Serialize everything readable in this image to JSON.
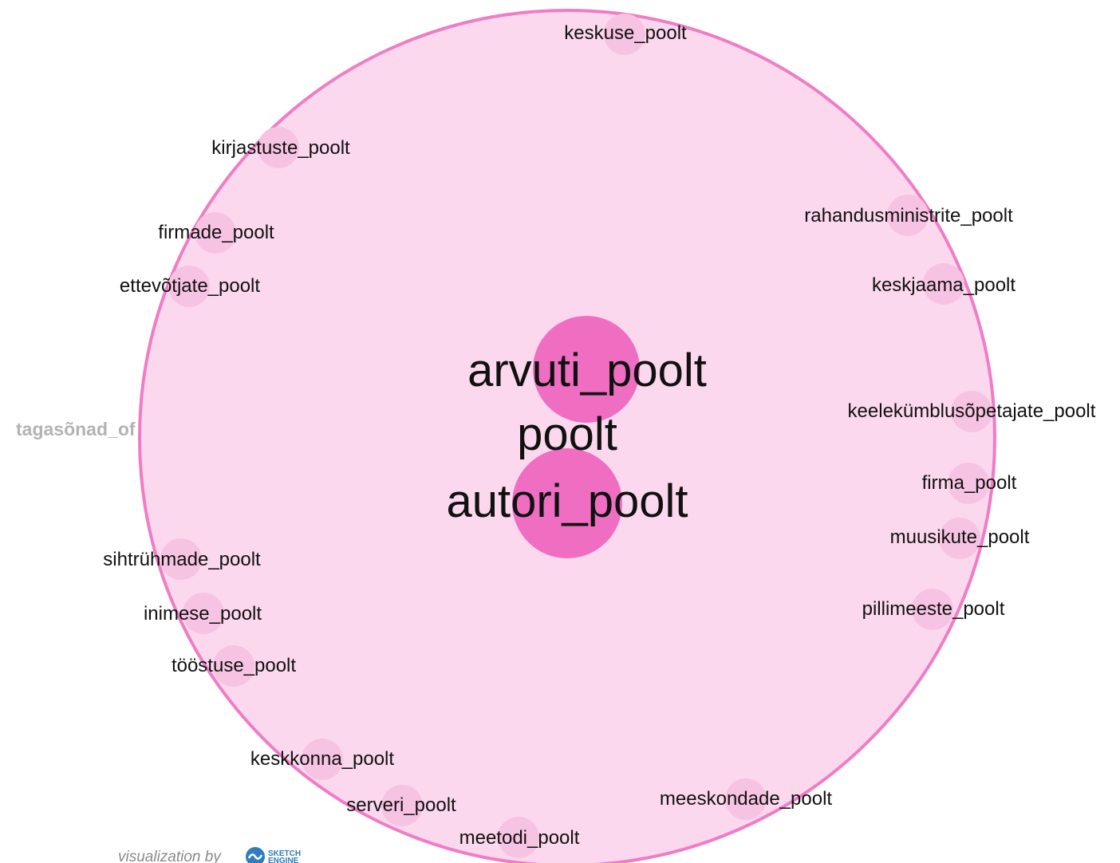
{
  "colors": {
    "ring_fill": "#fbd8ee",
    "ring_stroke": "#ef7dc6",
    "bubble_small": "#f7c3e3",
    "bubble_large": "#ef6ec2",
    "label": "#111111",
    "relation_label": "#b3b3b3",
    "credit": "#8a8a8a",
    "logo": "#2f7cbf"
  },
  "relation": {
    "label": "tagasõnad_of"
  },
  "headword": {
    "label": "poolt"
  },
  "collocations": [
    {
      "label": "arvuti_poolt",
      "size": "large"
    },
    {
      "label": "autori_poolt",
      "size": "large"
    },
    {
      "label": "keskuse_poolt",
      "size": "small"
    },
    {
      "label": "kirjastuste_poolt",
      "size": "small"
    },
    {
      "label": "rahandusministrite_poolt",
      "size": "small"
    },
    {
      "label": "firmade_poolt",
      "size": "small"
    },
    {
      "label": "ettevõtjate_poolt",
      "size": "small"
    },
    {
      "label": "keskjaama_poolt",
      "size": "small"
    },
    {
      "label": "keelekümblusõpetajate_poolt",
      "size": "small"
    },
    {
      "label": "firma_poolt",
      "size": "small"
    },
    {
      "label": "muusikute_poolt",
      "size": "small"
    },
    {
      "label": "sihtrühmade_poolt",
      "size": "small"
    },
    {
      "label": "inimese_poolt",
      "size": "small"
    },
    {
      "label": "pillimeeste_poolt",
      "size": "small"
    },
    {
      "label": "tööstuse_poolt",
      "size": "small"
    },
    {
      "label": "keskkonna_poolt",
      "size": "small"
    },
    {
      "label": "meeskondade_poolt",
      "size": "small"
    },
    {
      "label": "serveri_poolt",
      "size": "small"
    },
    {
      "label": "meetodi_poolt",
      "size": "small"
    }
  ],
  "credit": {
    "text": "visualization by",
    "logo_text": "SKETCH ENGINE",
    "logo_icon": "sketch-engine-logo-icon"
  }
}
